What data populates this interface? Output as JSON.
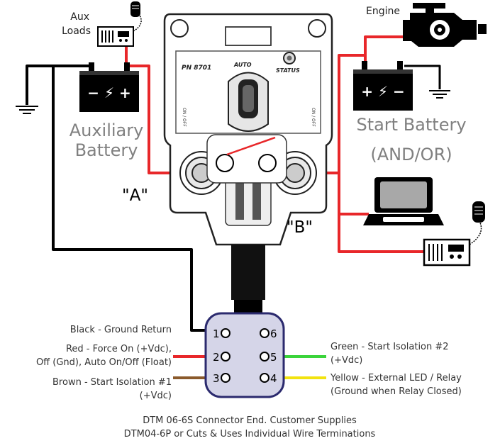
{
  "relay": {
    "part_number": "PN 8701",
    "auto_label": "AUTO",
    "status_label": "STATUS",
    "left_side_text": "ON / OFF",
    "right_side_text": "ON / OFF"
  },
  "terminals": {
    "a": "\"A\"",
    "b": "\"B\""
  },
  "batteries": {
    "auxiliary": {
      "line1": "Auxiliary",
      "line2": "Battery",
      "symbols": "− ⚡ +"
    },
    "start": {
      "line1": "Start Battery",
      "line2": "(AND/OR)",
      "symbols": "+ ⚡ −"
    }
  },
  "loads": {
    "aux_loads_line1": "Aux",
    "aux_loads_line2": "Loads",
    "engine_label": "Engine"
  },
  "connector": {
    "pins": [
      "1",
      "2",
      "3",
      "4",
      "5",
      "6"
    ],
    "wires": {
      "black": "Black - Ground Return",
      "red_line1": "Red - Force On (+Vdc),",
      "red_line2": "Off (Gnd), Auto On/Off (Float)",
      "brown_line1": "Brown - Start Isolation #1",
      "brown_line2": "(+Vdc)",
      "green_line1": "Green - Start Isolation #2",
      "green_line2": "(+Vdc)",
      "yellow_line1": "Yellow - External LED / Relay",
      "yellow_line2": "(Ground when Relay Closed)"
    },
    "wire_colors": {
      "black": "#000000",
      "red": "#e8272a",
      "brown": "#8b5a2b",
      "green": "#3bd43b",
      "yellow": "#f2e30f"
    }
  },
  "footer": {
    "line1": "DTM 06-6S Connector End. Customer Supplies",
    "line2": "DTM04-6P or Cuts & Uses Individual Wire Terminations"
  },
  "colors": {
    "power_wire": "#e8272a",
    "ground_wire": "#000000",
    "label_gray": "#808080",
    "connector_fill": "#d5d5e8",
    "connector_stroke": "#2b2a6e"
  }
}
